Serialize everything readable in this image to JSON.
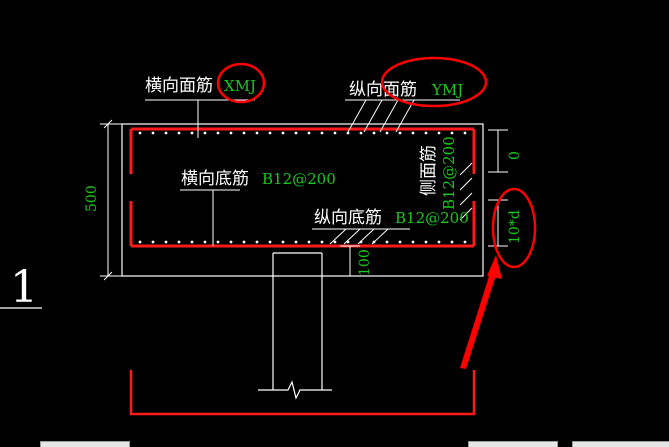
{
  "labels": {
    "transverse_top": "横向面筋",
    "transverse_top_code": "XMJ",
    "longitudinal_top": "纵向面筋",
    "longitudinal_top_code": "YMJ",
    "transverse_bottom": "横向底筋",
    "transverse_bottom_code": "B12@200",
    "longitudinal_bottom": "纵向底筋",
    "longitudinal_bottom_code": "B12@200",
    "side_bar": "侧面筋",
    "side_bar_code": "B12@200"
  },
  "dimensions": {
    "height": "500",
    "bottom_cover": "100",
    "top_offset": "0",
    "side_length": "10*d"
  },
  "section_number": "1",
  "colors": {
    "background": "#000000",
    "rebar": "#ff1a1a",
    "annotation_green": "#19c919",
    "outline_white": "#ffffff",
    "highlight_circle": "#ff0000"
  }
}
